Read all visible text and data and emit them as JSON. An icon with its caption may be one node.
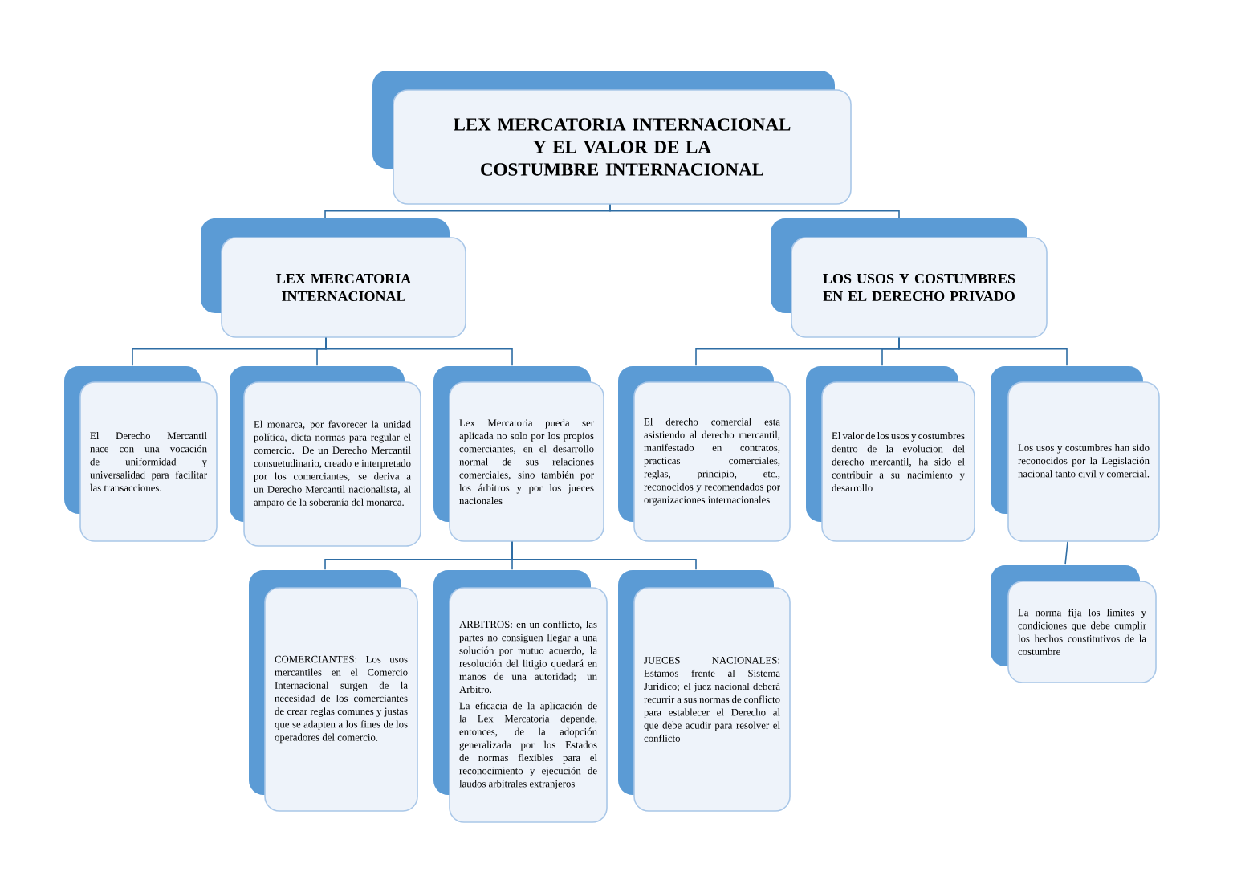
{
  "diagram": {
    "nodes": [
      {
        "text": [
          "LEX MERCATORIA INTERNACIONAL Y EL VALOR DE LA COSTUMBRE INTERNACIONAL"
        ]
      },
      {
        "text": [
          "LEX MERCATORIA INTERNACIONAL"
        ]
      },
      {
        "text": [
          "LOS USOS Y COSTUMBRES EN EL DERECHO PRIVADO"
        ]
      },
      {
        "text": [
          "El Derecho Mercantil nace con una vocación de uniformidad y universalidad para facilitar las transacciones."
        ]
      },
      {
        "text": [
          "El monarca, por favorecer la unidad política, dicta normas para regular el comercio. De un Derecho Mercantil consuetudinario, creado e interpretado por los comerciantes, se deriva a un Derecho Mercantil nacionalista, al amparo de la soberanía del monarca."
        ]
      },
      {
        "text": [
          "Lex Mercatoria pueda ser aplicada no solo por los propios comerciantes, en el desarrollo normal de sus relaciones comerciales, sino también por los árbitros y por los jueces nacionales"
        ]
      },
      {
        "text": [
          "El derecho comercial esta asistiendo al derecho mercantil, manifestado en contratos, practicas comerciales, reglas, principio, etc., reconocidos y recomendados por organizaciones internacionales"
        ]
      },
      {
        "text": [
          "El valor de los usos y costumbres dentro de la evolucion del derecho mercantil, ha sido el contribuir a su nacimiento y desarrollo"
        ]
      },
      {
        "text": [
          "Los usos y costumbres han sido reconocidos por la Legislación nacional tanto civil y comercial."
        ]
      },
      {
        "text": [
          "La norma fija los limites y condiciones que debe cumplir los hechos constitutivos de la costumbre"
        ]
      },
      {
        "text": [
          "COMERCIANTES: Los usos mercantiles en el Comercio Internacional surgen de la necesidad de los comerciantes de crear reglas comunes y justas que se adapten a los fines de los operadores del comercio."
        ]
      },
      {
        "text": [
          "ARBITROS: en un conflicto, las partes no consiguen llegar a una solución por mutuo acuerdo, la resolución del litigio quedará en manos de una autoridad; un Arbitro.",
          "La eficacia de la aplicación de la Lex Mercatoria depende, entonces, de la adopción generalizada por los Estados de normas flexibles para el reconocimiento y ejecución de laudos arbitrales extranjeros"
        ]
      },
      {
        "text": [
          "JUECES NACIONALES: Estamos frente al Sistema Juridico; el juez nacional deberá recurrir a sus normas de conflicto para establecer el Derecho al que debe acudir para resolver el conflicto"
        ]
      }
    ],
    "edges": [
      {
        "from": 0,
        "to": 1,
        "arrow": "none"
      },
      {
        "from": 0,
        "to": 2,
        "arrow": "none"
      },
      {
        "from": 1,
        "to": 3,
        "arrow": "none"
      },
      {
        "from": 1,
        "to": 4,
        "arrow": "none"
      },
      {
        "from": 1,
        "to": 5,
        "arrow": "none"
      },
      {
        "from": 2,
        "to": 6,
        "arrow": "none"
      },
      {
        "from": 2,
        "to": 7,
        "arrow": "none"
      },
      {
        "from": 2,
        "to": 8,
        "arrow": "none"
      },
      {
        "from": 8,
        "to": 9,
        "arrow": "none"
      },
      {
        "from": 5,
        "to": 10,
        "arrow": "none"
      },
      {
        "from": 5,
        "to": 11,
        "arrow": "none"
      },
      {
        "from": 5,
        "to": 12,
        "arrow": "none"
      }
    ]
  }
}
